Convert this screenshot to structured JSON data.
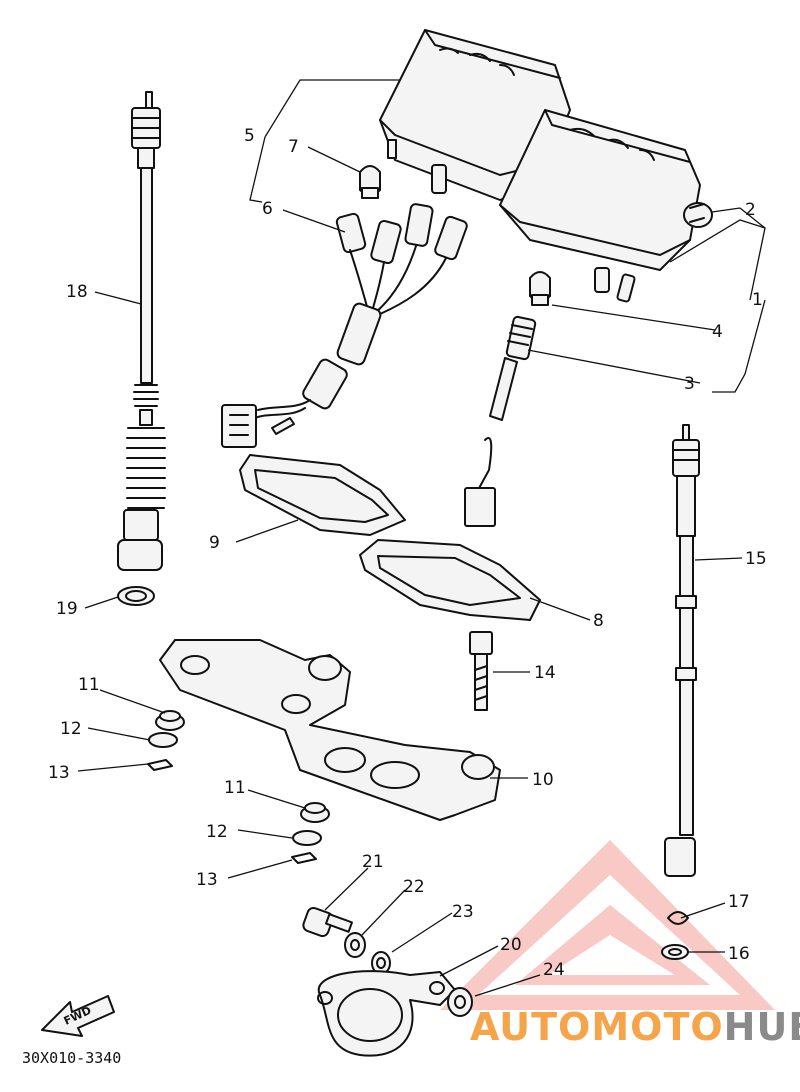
{
  "diagram": {
    "part_numbers": [
      "1",
      "2",
      "3",
      "4",
      "5",
      "6",
      "7",
      "8",
      "9",
      "10",
      "11",
      "11",
      "12",
      "12",
      "13",
      "13",
      "14",
      "15",
      "16",
      "17",
      "18",
      "19",
      "20",
      "21",
      "22",
      "23",
      "24"
    ],
    "labels": {
      "p1": "1",
      "p2": "2",
      "p3": "3",
      "p4": "4",
      "p5": "5",
      "p6": "6",
      "p7": "7",
      "p8": "8",
      "p9": "9",
      "p10": "10",
      "p11a": "11",
      "p11b": "11",
      "p12a": "12",
      "p12b": "12",
      "p13a": "13",
      "p13b": "13",
      "p14": "14",
      "p15": "15",
      "p16": "16",
      "p17": "17",
      "p18": "18",
      "p19": "19",
      "p20": "20",
      "p21": "21",
      "p22": "22",
      "p23": "23",
      "p24": "24"
    },
    "fwd_label": "FWD",
    "drawing_code": "30X010-3340"
  },
  "watermark": {
    "auto": "AUTO",
    "moto": "MOTO",
    "hub": "HUB",
    "colors": {
      "red": "#e0524c",
      "orange": "#f6a44a",
      "gray": "#8a8a8a"
    }
  }
}
